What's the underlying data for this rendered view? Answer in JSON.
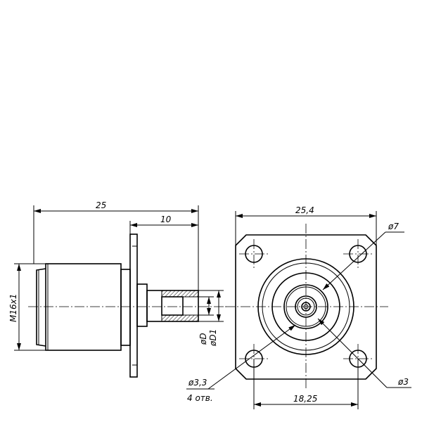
{
  "dimensions": {
    "overall_length": "25",
    "flange_to_end": "10",
    "thread": "M16x1",
    "inner_diameter": "øD",
    "outer_diameter": "øD1",
    "flange_width": "25,4",
    "hole_spacing": "18,25",
    "outer_ring_diameter": "ø7",
    "hole_diameter": "ø3,3",
    "hole_count": "4 отв.",
    "center_diameter": "ø3"
  }
}
